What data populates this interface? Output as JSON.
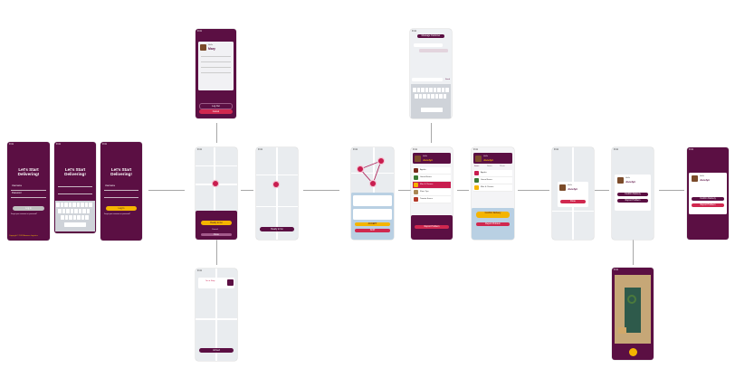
{
  "login": {
    "title": "Let's Start Delivering!",
    "username_label": "Username",
    "password_label": "Password",
    "login_button": "Log In",
    "forgot_text": "Forgot your username or password?",
    "footer": "Copyright © 2020 Amazon Logistics"
  },
  "profile": {
    "greeting": "Hello",
    "name": "Mary",
    "logout_button": "Log Out",
    "cancel_button": "Cancel"
  },
  "map": {
    "ready_button": "Ready to Go",
    "cancel_label": "Cancel",
    "done_label": "Done",
    "arrived_label": "I'm at Stop",
    "arrive_button": "Arrived",
    "start_button": "ACCEPT",
    "skip_button": "SKIP"
  },
  "delivery": {
    "customer_greeting": "Hello",
    "customer_name": "Jocelyn",
    "items_tab": "Items",
    "notes_tab": "Notes",
    "photo_tab": "Photo",
    "confirm_button": "Confirm Delivery",
    "issue_button": "Report Problem",
    "products": [
      "Apples",
      "Green Beans",
      "Mac & Cheese",
      "Flour Tips",
      "Tomato Sauce"
    ]
  },
  "chat": {
    "send_button": "Send",
    "header": "Message Customer"
  },
  "colors": {
    "brand": "#5b0f43",
    "accent": "#f4b400",
    "alert": "#d0284f",
    "map_bg": "#e9ecef"
  }
}
